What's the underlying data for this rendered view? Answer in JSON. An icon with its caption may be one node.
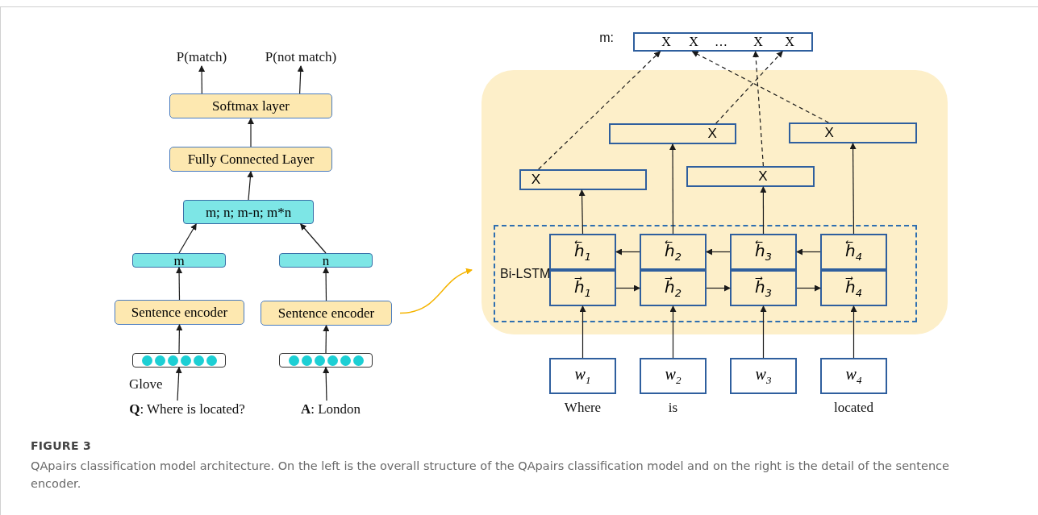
{
  "diagram": {
    "title": "FIGURE 3",
    "caption": "QApairs classification model architecture. On the left is the overall structure of the QApairs classification model and on the right is the detail of the sentence encoder.",
    "nodes": [
      {
        "text": [
          "P(match)"
        ]
      },
      {
        "text": [
          "P(not match)"
        ]
      },
      {
        "text": [
          "Softmax layer"
        ]
      },
      {
        "text": [
          "Fully Connected Layer"
        ]
      },
      {
        "text": [
          "m; n; m-n; m*n"
        ]
      },
      {
        "text": [
          "m"
        ]
      },
      {
        "text": [
          "n"
        ]
      },
      {
        "text": [
          "Sentence encoder"
        ]
      },
      {
        "text": [
          "Sentence encoder"
        ]
      },
      {
        "text": [],
        "shape": "bar",
        "beside": [
          "Glove"
        ]
      },
      {
        "text": [],
        "shape": "bar"
      },
      {
        "text": [
          "**Q**: Where is located?"
        ]
      },
      {
        "text": [
          "**A**: London"
        ]
      },
      {
        "text": [],
        "shape": "box"
      },
      {
        "text": [
          "X",
          "X",
          "…",
          "X",
          "X"
        ],
        "beside": [
          "m:"
        ]
      },
      {
        "text": [
          "X"
        ],
        "in": 13
      },
      {
        "text": [
          "X"
        ],
        "in": 13
      },
      {
        "text": [
          "X"
        ],
        "in": 13
      },
      {
        "text": [
          "X"
        ],
        "in": 13
      },
      {
        "text": [
          "Bi-LSTM"
        ],
        "in": 13
      },
      {
        "text": [
          "h⃖$_{1}$"
        ],
        "in": 19
      },
      {
        "text": [
          "h⃖$_{2}$"
        ],
        "in": 19
      },
      {
        "text": [
          "h⃖$_{3}$"
        ],
        "in": 19
      },
      {
        "text": [
          "h⃖$_{4}$"
        ],
        "in": 19
      },
      {
        "text": [
          "h⃗$_{1}$"
        ],
        "in": 19
      },
      {
        "text": [
          "h⃗$_{2}$"
        ],
        "in": 19
      },
      {
        "text": [
          "h⃗$_{3}$"
        ],
        "in": 19
      },
      {
        "text": [
          "h⃗$_{4}$"
        ],
        "in": 19
      },
      {
        "text": [
          "w$_{1}$"
        ],
        "beside": [
          "Where"
        ]
      },
      {
        "text": [
          "w$_{2}$"
        ],
        "beside": [
          "is"
        ]
      },
      {
        "text": [
          "w$_{3}$"
        ]
      },
      {
        "text": [
          "w$_{4}$"
        ],
        "beside": [
          "located"
        ]
      }
    ],
    "edges": [
      {
        "from": 2,
        "to": 0,
        "arrow": "to"
      },
      {
        "from": 2,
        "to": 1,
        "arrow": "to"
      },
      {
        "from": 3,
        "to": 2,
        "arrow": "to"
      },
      {
        "from": 4,
        "to": 3,
        "arrow": "to"
      },
      {
        "from": 5,
        "to": 4,
        "arrow": "to"
      },
      {
        "from": 6,
        "to": 4,
        "arrow": "to"
      },
      {
        "from": 7,
        "to": 5,
        "arrow": "to"
      },
      {
        "from": 8,
        "to": 6,
        "arrow": "to"
      },
      {
        "from": 9,
        "to": 7,
        "arrow": "to"
      },
      {
        "from": 10,
        "to": 8,
        "arrow": "to"
      },
      {
        "from": 11,
        "to": 9,
        "arrow": "to"
      },
      {
        "from": 12,
        "to": 10,
        "arrow": "to"
      },
      {
        "from": 8,
        "to": 13,
        "arrow": "to",
        "color": "#f5b400"
      },
      {
        "from": 28,
        "to": 24,
        "arrow": "to"
      },
      {
        "from": 29,
        "to": 25,
        "arrow": "to"
      },
      {
        "from": 30,
        "to": 26,
        "arrow": "to"
      },
      {
        "from": 31,
        "to": 27,
        "arrow": "to"
      },
      {
        "from": 24,
        "to": 25,
        "arrow": "to"
      },
      {
        "from": 25,
        "to": 26,
        "arrow": "to"
      },
      {
        "from": 26,
        "to": 27,
        "arrow": "to"
      },
      {
        "from": 23,
        "to": 22,
        "arrow": "to"
      },
      {
        "from": 22,
        "to": 21,
        "arrow": "to"
      },
      {
        "from": 21,
        "to": 20,
        "arrow": "to"
      },
      {
        "from": 20,
        "to": 15,
        "arrow": "to"
      },
      {
        "from": 21,
        "to": 16,
        "arrow": "to"
      },
      {
        "from": 22,
        "to": 17,
        "arrow": "to"
      },
      {
        "from": 23,
        "to": 18,
        "arrow": "to"
      },
      {
        "from": 15,
        "to": 14,
        "arrow": "to",
        "style": "dashed"
      },
      {
        "from": 16,
        "to": 14,
        "arrow": "to",
        "style": "dashed"
      },
      {
        "from": 17,
        "to": 14,
        "arrow": "to",
        "style": "dashed"
      },
      {
        "from": 18,
        "to": 14,
        "arrow": "to",
        "style": "dashed"
      }
    ]
  }
}
